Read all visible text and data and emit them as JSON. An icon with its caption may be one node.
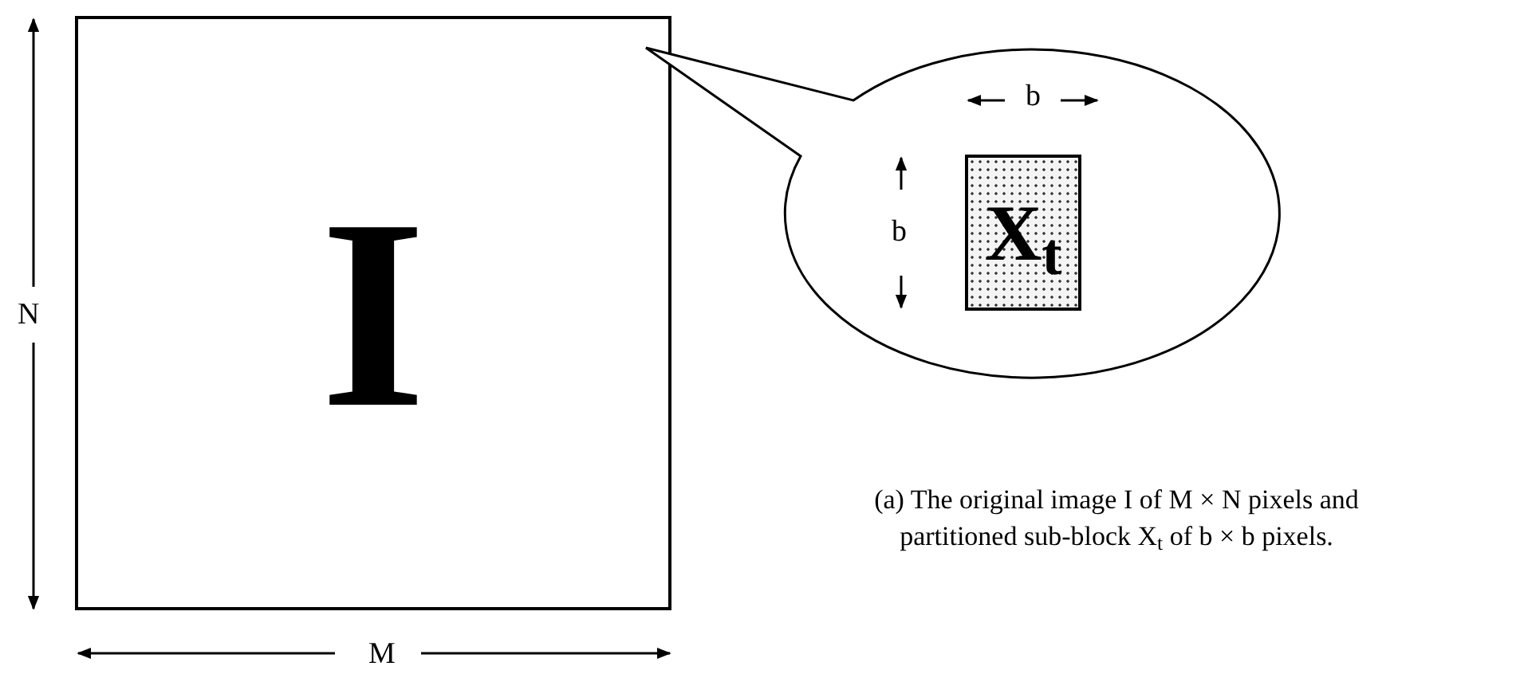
{
  "diagram": {
    "caption": "(a) The original image I of M × N pixels and partitioned sub-block X$_{t}$ of b × b pixels.",
    "nodes": [
      {
        "text": [
          "I"
        ]
      },
      {
        "text": [],
        "shape": "callout"
      },
      {
        "text": [
          "X$_{t}$"
        ],
        "in": 1
      }
    ],
    "labels": [
      "N",
      "M",
      "b",
      "b"
    ]
  }
}
